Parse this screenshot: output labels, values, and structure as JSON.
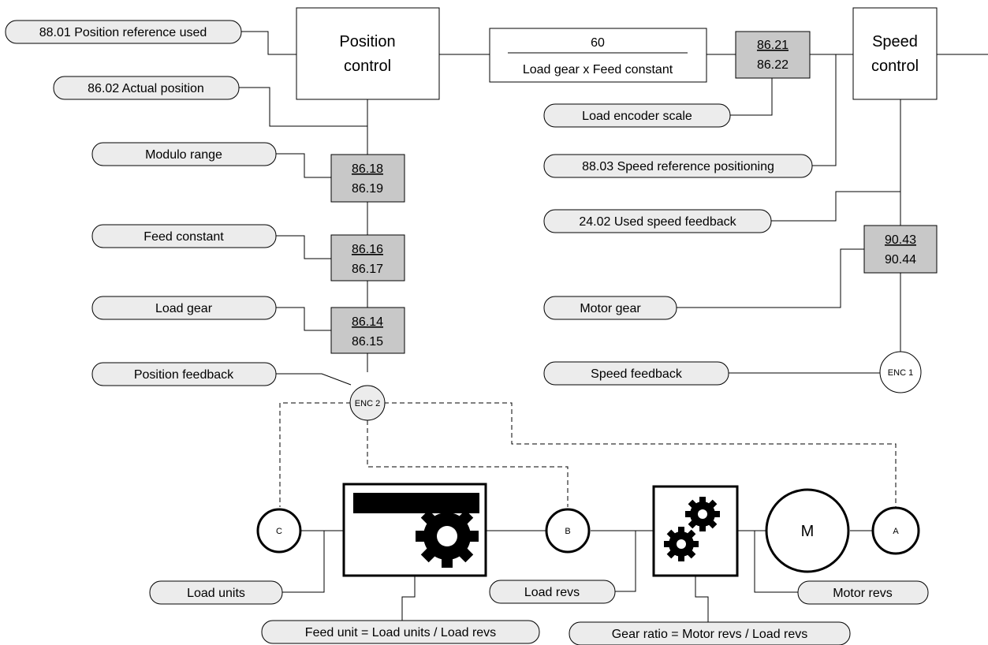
{
  "labels": {
    "pos_ref_used": "88.01 Position reference used",
    "actual_position": "86.02 Actual position",
    "modulo_range": "Modulo range",
    "feed_constant": "Feed constant",
    "load_gear": "Load gear",
    "position_feedback": "Position feedback",
    "load_encoder_scale": "Load encoder scale",
    "speed_ref_positioning": "88.03 Speed reference positioning",
    "used_speed_feedback": "24.02 Used speed feedback",
    "motor_gear": "Motor gear",
    "speed_feedback": "Speed feedback",
    "load_units": "Load units",
    "feed_unit_formula": "Feed unit = Load units / Load revs",
    "load_revs": "Load revs",
    "gear_ratio_formula": "Gear ratio = Motor revs / Load revs",
    "motor_revs": "Motor  revs"
  },
  "blocks": {
    "position_control_line1": "Position",
    "position_control_line2": "control",
    "speed_control_line1": "Speed",
    "speed_control_line2": "control",
    "fraction_numerator": "60",
    "fraction_denominator": "Load gear x Feed constant"
  },
  "params": {
    "p8621": "86.21",
    "p8622": "86.22",
    "p8618": "86.18",
    "p8619": "86.19",
    "p8616": "86.16",
    "p8617": "86.17",
    "p8614": "86.14",
    "p8615": "86.15",
    "p9043": "90.43",
    "p9044": "90.44"
  },
  "nodes": {
    "enc2": "ENC 2",
    "enc1": "ENC 1",
    "c": "C",
    "b": "B",
    "a": "A",
    "motor": "M"
  }
}
